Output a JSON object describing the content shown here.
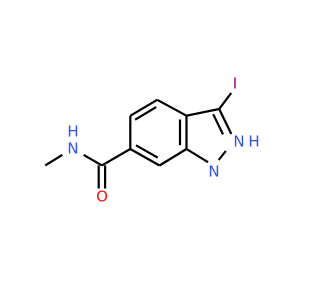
{
  "molecule": {
    "atoms": {
      "iodine": "I",
      "ring_nh": "N",
      "ring_nh_h": "H",
      "ring_n": "N",
      "amide_o": "O",
      "amide_n": "N",
      "amide_nh_h": "H"
    },
    "colors": {
      "bond": "#000000",
      "iodine": "#940094",
      "nitrogen": "#3050F8",
      "oxygen": "#FF0D0D"
    }
  }
}
